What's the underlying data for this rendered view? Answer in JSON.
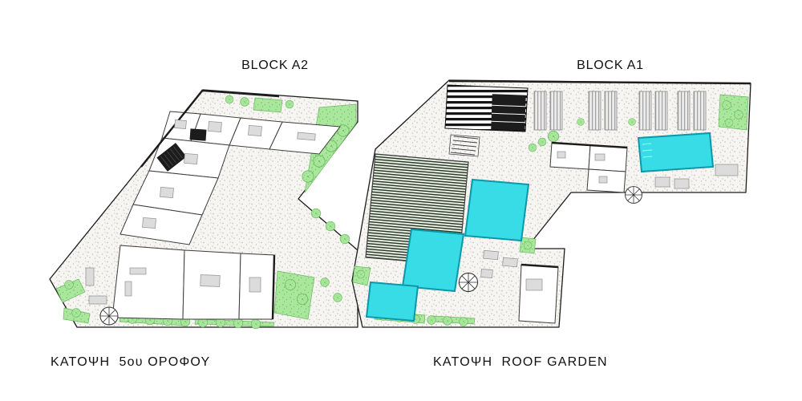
{
  "page": {
    "background": "#ffffff"
  },
  "blocks": {
    "a2": {
      "title": "BLOCK A2",
      "caption": "ΚΑΤΟΨΗ  5ου ΟΡΟΦΟΥ"
    },
    "a1": {
      "title": "BLOCK A1",
      "caption": "ΚΑΤΟΨΗ  ROOF GARDEN"
    }
  },
  "colors": {
    "page": "#ffffff",
    "pool": "#38dce6",
    "pool_edge": "#0b98a8",
    "green": "#a9e79c",
    "green_edge": "#69b860",
    "paving_dot": "#b8b4ae",
    "wall": "#1c1c1c",
    "room_line": "#3c3c3c",
    "furniture": "#dcdcdc"
  }
}
